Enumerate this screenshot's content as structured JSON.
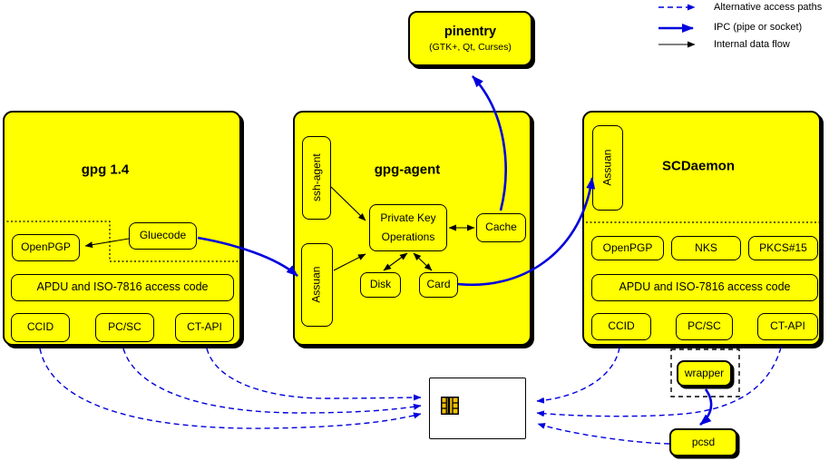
{
  "legend": {
    "alt": "Alternative access paths",
    "ipc": "IPC (pipe or socket)",
    "internal": "Internal data flow"
  },
  "pinentry": {
    "title": "pinentry",
    "subtitle": "(GTK+, Qt, Curses)"
  },
  "gpg14": {
    "title": "gpg 1.4",
    "openpgp": "OpenPGP",
    "gluecode": "Gluecode",
    "apdu": "APDU and ISO-7816 access code",
    "ccid": "CCID",
    "pcsc": "PC/SC",
    "ctapi": "CT-API"
  },
  "gpgagent": {
    "title": "gpg-agent",
    "sshagent": "ssh-agent",
    "assuan": "Assuan",
    "pko1": "Private Key",
    "pko2": "Operations",
    "cache": "Cache",
    "disk": "Disk",
    "card": "Card"
  },
  "scdaemon": {
    "title": "SCDaemon",
    "assuan": "Assuan",
    "openpgp": "OpenPGP",
    "nks": "NKS",
    "pkcs15": "PKCS#15",
    "apdu": "APDU and ISO-7816 access code",
    "ccid": "CCID",
    "pcsc": "PC/SC",
    "ctapi": "CT-API"
  },
  "peripherals": {
    "wrapper": "wrapper",
    "pcsd": "pcsd"
  },
  "colors": {
    "node_fill": "#ffff00",
    "line_blue": "#0000dd",
    "chip_gold": "#f2c200",
    "border": "#000000",
    "card_fill": "#ffffff"
  }
}
